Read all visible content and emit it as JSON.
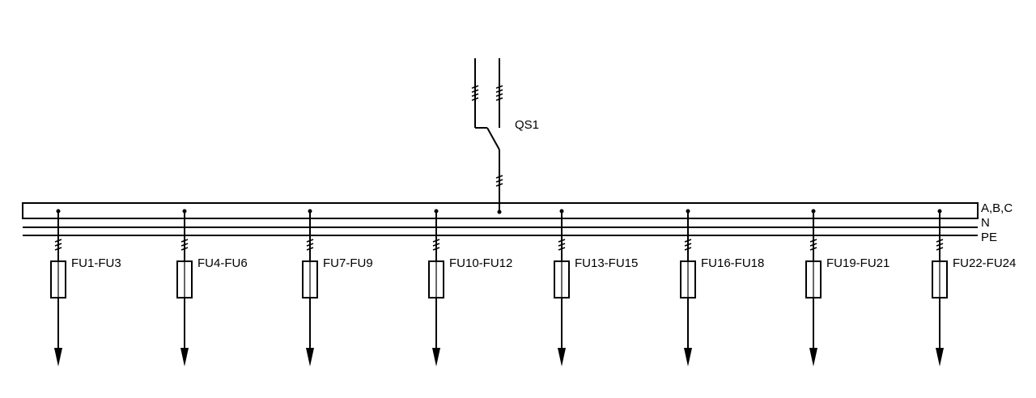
{
  "switch": {
    "label": "QS1"
  },
  "bus": {
    "phase_label": "A,B,C",
    "neutral_label": "N",
    "pe_label": "PE"
  },
  "feeders": [
    {
      "label": "FU1-FU3"
    },
    {
      "label": "FU4-FU6"
    },
    {
      "label": "FU7-FU9"
    },
    {
      "label": "FU10-FU12"
    },
    {
      "label": "FU13-FU15"
    },
    {
      "label": "FU16-FU18"
    },
    {
      "label": "FU19-FU21"
    },
    {
      "label": "FU22-FU24"
    }
  ]
}
